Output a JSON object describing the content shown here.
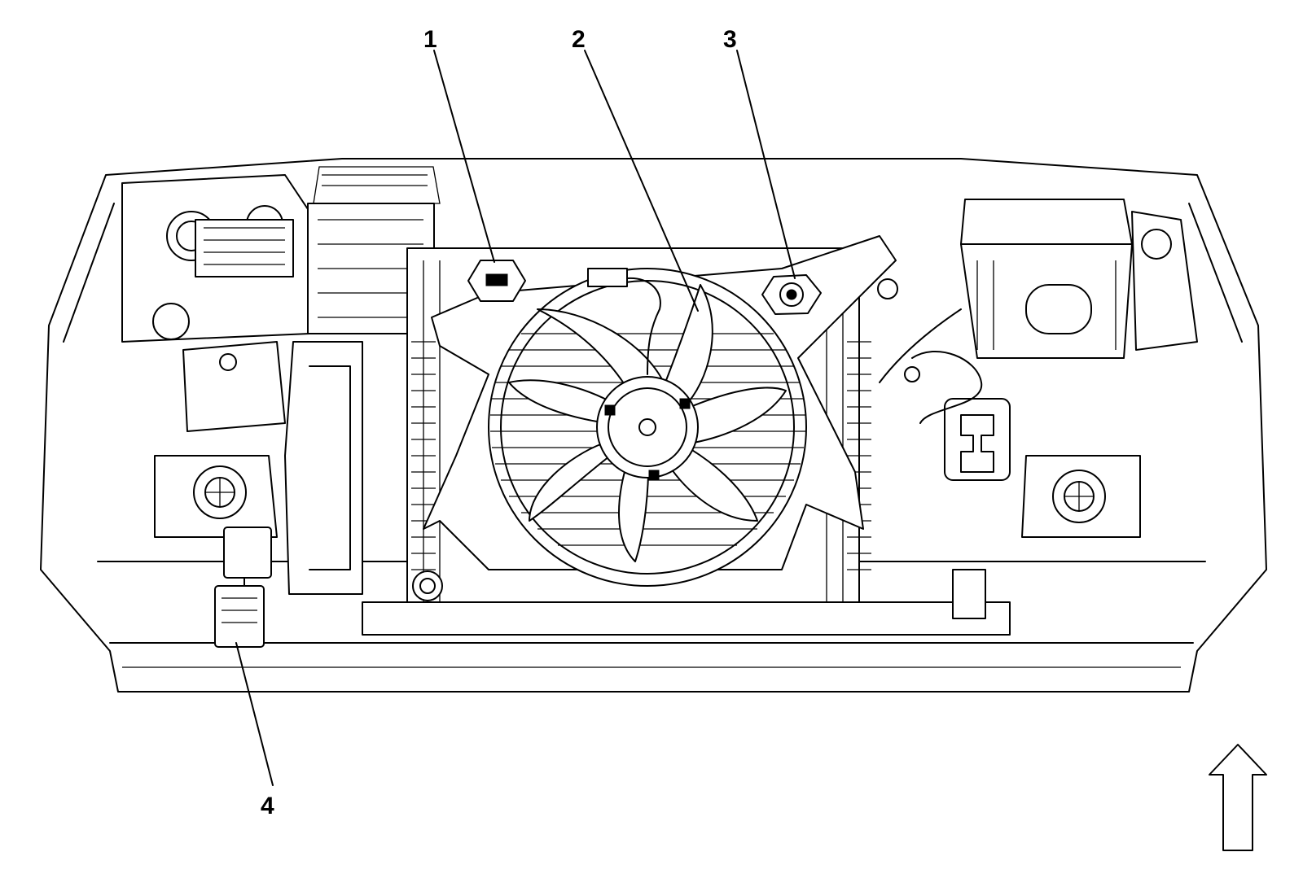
{
  "callouts": [
    {
      "id": "1",
      "label": "1"
    },
    {
      "id": "2",
      "label": "2"
    },
    {
      "id": "3",
      "label": "3"
    },
    {
      "id": "4",
      "label": "4"
    }
  ],
  "front_indicator": {
    "icon": "up-arrow-icon"
  },
  "colors": {
    "line": "#000000",
    "background": "#ffffff"
  }
}
